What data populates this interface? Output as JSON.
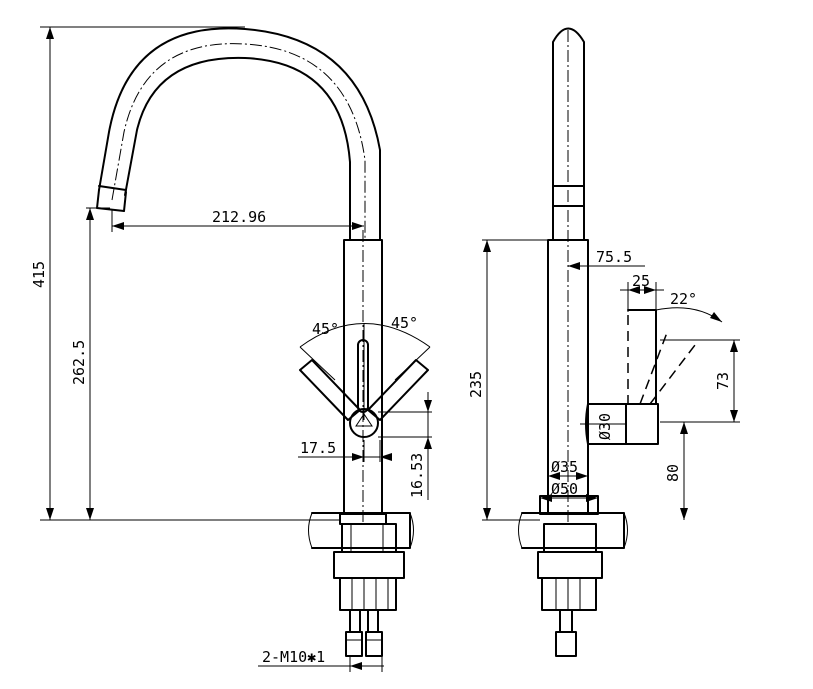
{
  "colors": {
    "line": "#000000",
    "background": "#ffffff"
  },
  "front_view": {
    "total_height": "415",
    "outlet_height": "262.5",
    "reach": "212.96",
    "angle_left": "45°",
    "angle_right": "45°",
    "handle_offset": "17.5",
    "handle_height": "16.53",
    "hose_thread": "2-M10✱1"
  },
  "side_view": {
    "body_height": "235",
    "spout_projection": "75.5",
    "handle_width": "25",
    "tilt_angle": "22°",
    "handle_rise": "73",
    "handle_level": "80",
    "handle_diameter": "Ø30",
    "column_diameter": "Ø35",
    "base_diameter": "Ø50"
  }
}
